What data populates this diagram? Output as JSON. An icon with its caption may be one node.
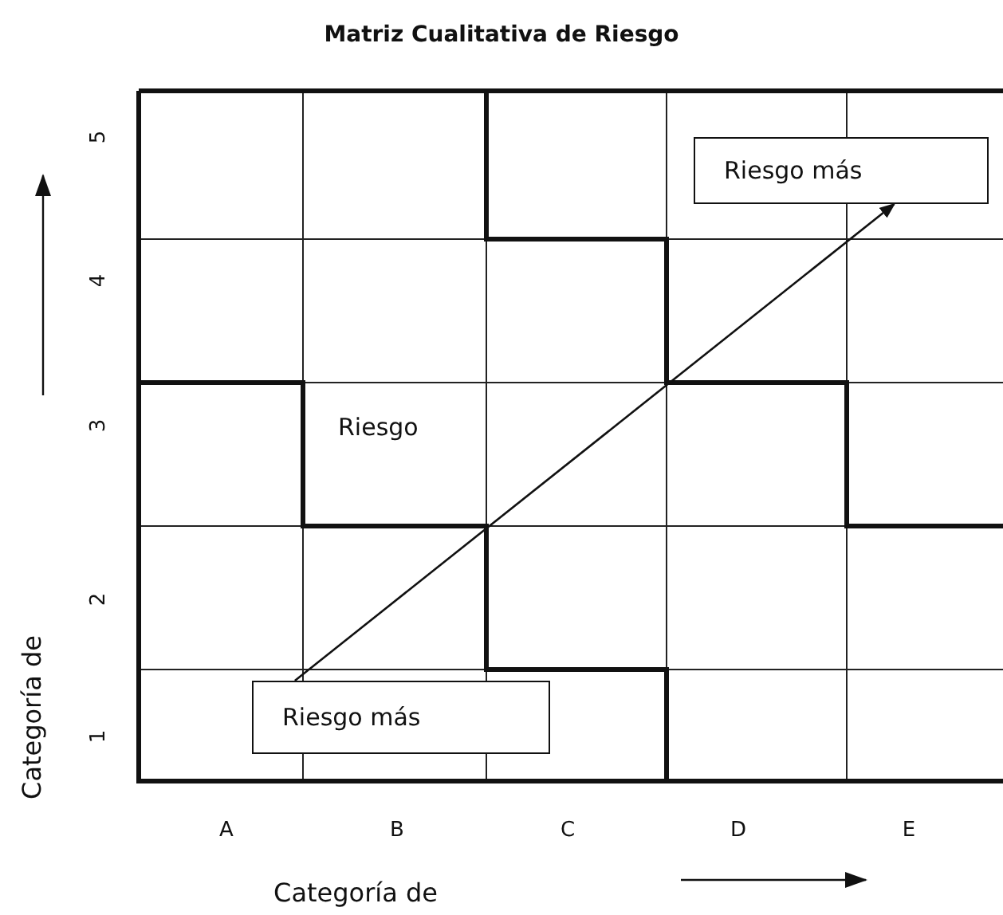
{
  "diagram": {
    "title": "Matriz Cualitativa de Riesgo",
    "nodes": [
      {
        "text": [
          "Riesgo más"
        ]
      },
      {
        "text": [
          "Riesgo"
        ]
      },
      {
        "text": [
          "Riesgo más"
        ]
      }
    ],
    "edges": [
      {
        "from": 2,
        "to": 0,
        "arrow": "to"
      }
    ],
    "labels": [
      "5",
      "4",
      "3",
      "2",
      "1",
      "Categoría de",
      "A",
      "B",
      "C",
      "D",
      "E",
      "Categoría de"
    ]
  }
}
